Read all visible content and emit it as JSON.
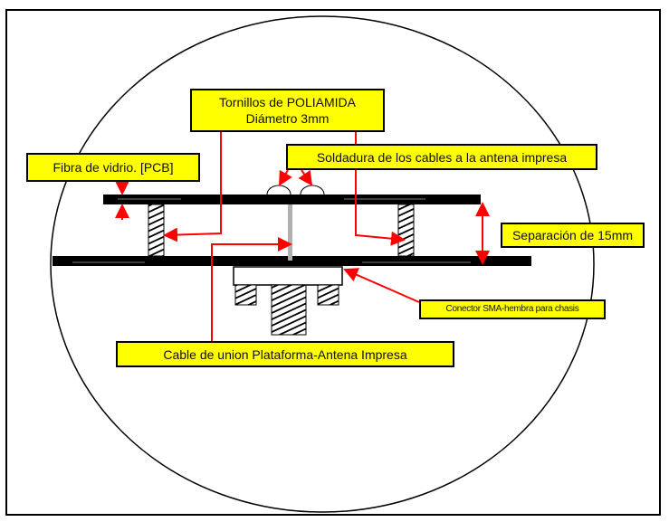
{
  "labels": {
    "screws_line1": "Tornillos de POLIAMIDA",
    "screws_line2": "Diámetro 3mm",
    "solder": "Soldadura de los cables a la antena impresa",
    "fiberglass": "Fibra de vidrio. [PCB]",
    "separation": "Separación de 15mm",
    "sma_connector": "Conector SMA-hembra para chasis",
    "cable": "Cable de union Plataforma-Antena Impresa"
  },
  "colors": {
    "label_bg": "#ffff00",
    "arrow": "#ff0000",
    "pcb": "#000000",
    "cable": "#b0b0b0"
  }
}
